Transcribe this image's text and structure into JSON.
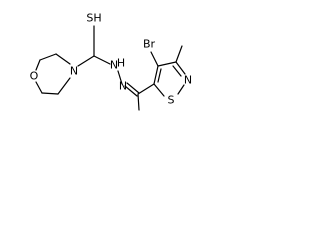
{
  "structure": {
    "atoms": {
      "thiol_sh": "SH",
      "morpholine_o": "O",
      "morpholine_n": "N",
      "hydrazone_nh": "N",
      "hydrazone_n": "N",
      "bromine": "Br",
      "isothiazole_n": "N",
      "isothiazole_s": "S",
      "hydrazone_h": "H"
    }
  }
}
